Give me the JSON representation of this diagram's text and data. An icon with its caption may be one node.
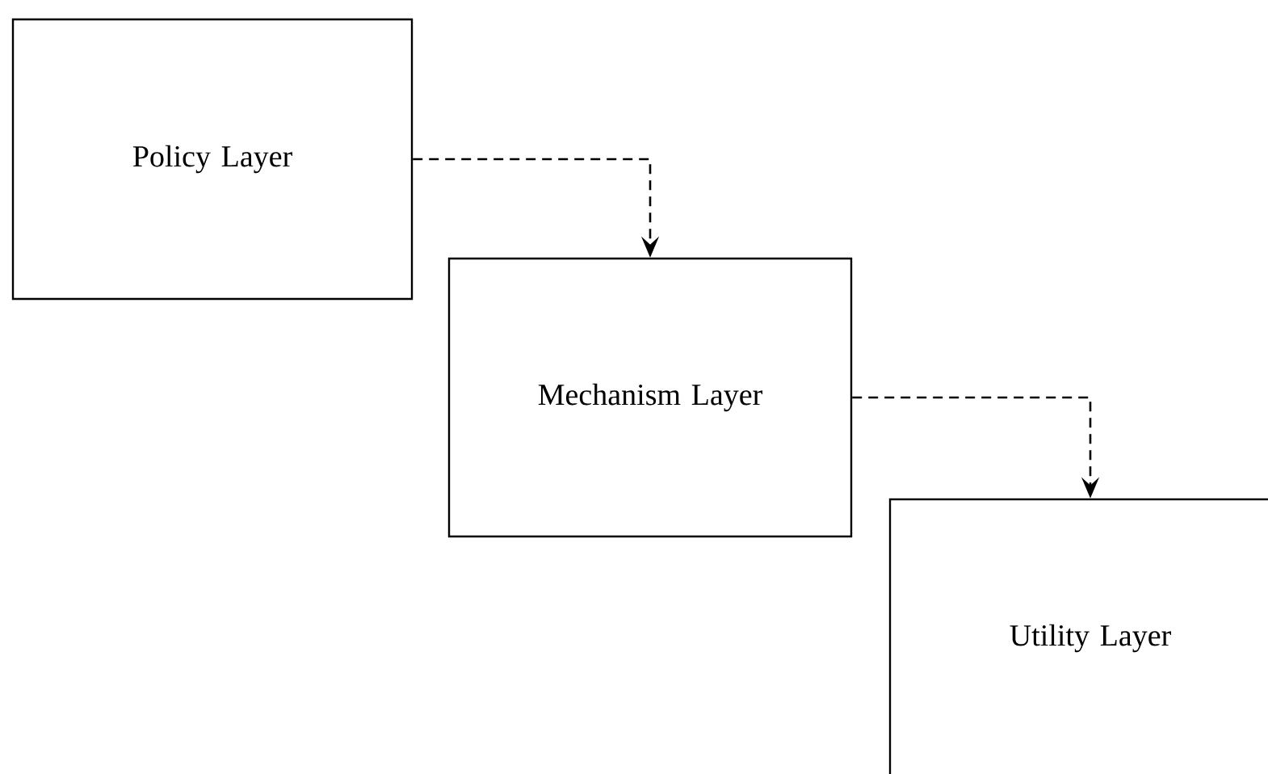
{
  "diagram": {
    "nodes": [
      {
        "text": [
          "Policy Layer"
        ]
      },
      {
        "text": [
          "Mechanism Layer"
        ]
      },
      {
        "text": [
          "Utility Layer"
        ]
      }
    ],
    "edges": [
      {
        "from": 0,
        "to": 1,
        "arrow": "to",
        "style": "dashed"
      },
      {
        "from": 1,
        "to": 2,
        "arrow": "to",
        "style": "dashed"
      }
    ]
  }
}
